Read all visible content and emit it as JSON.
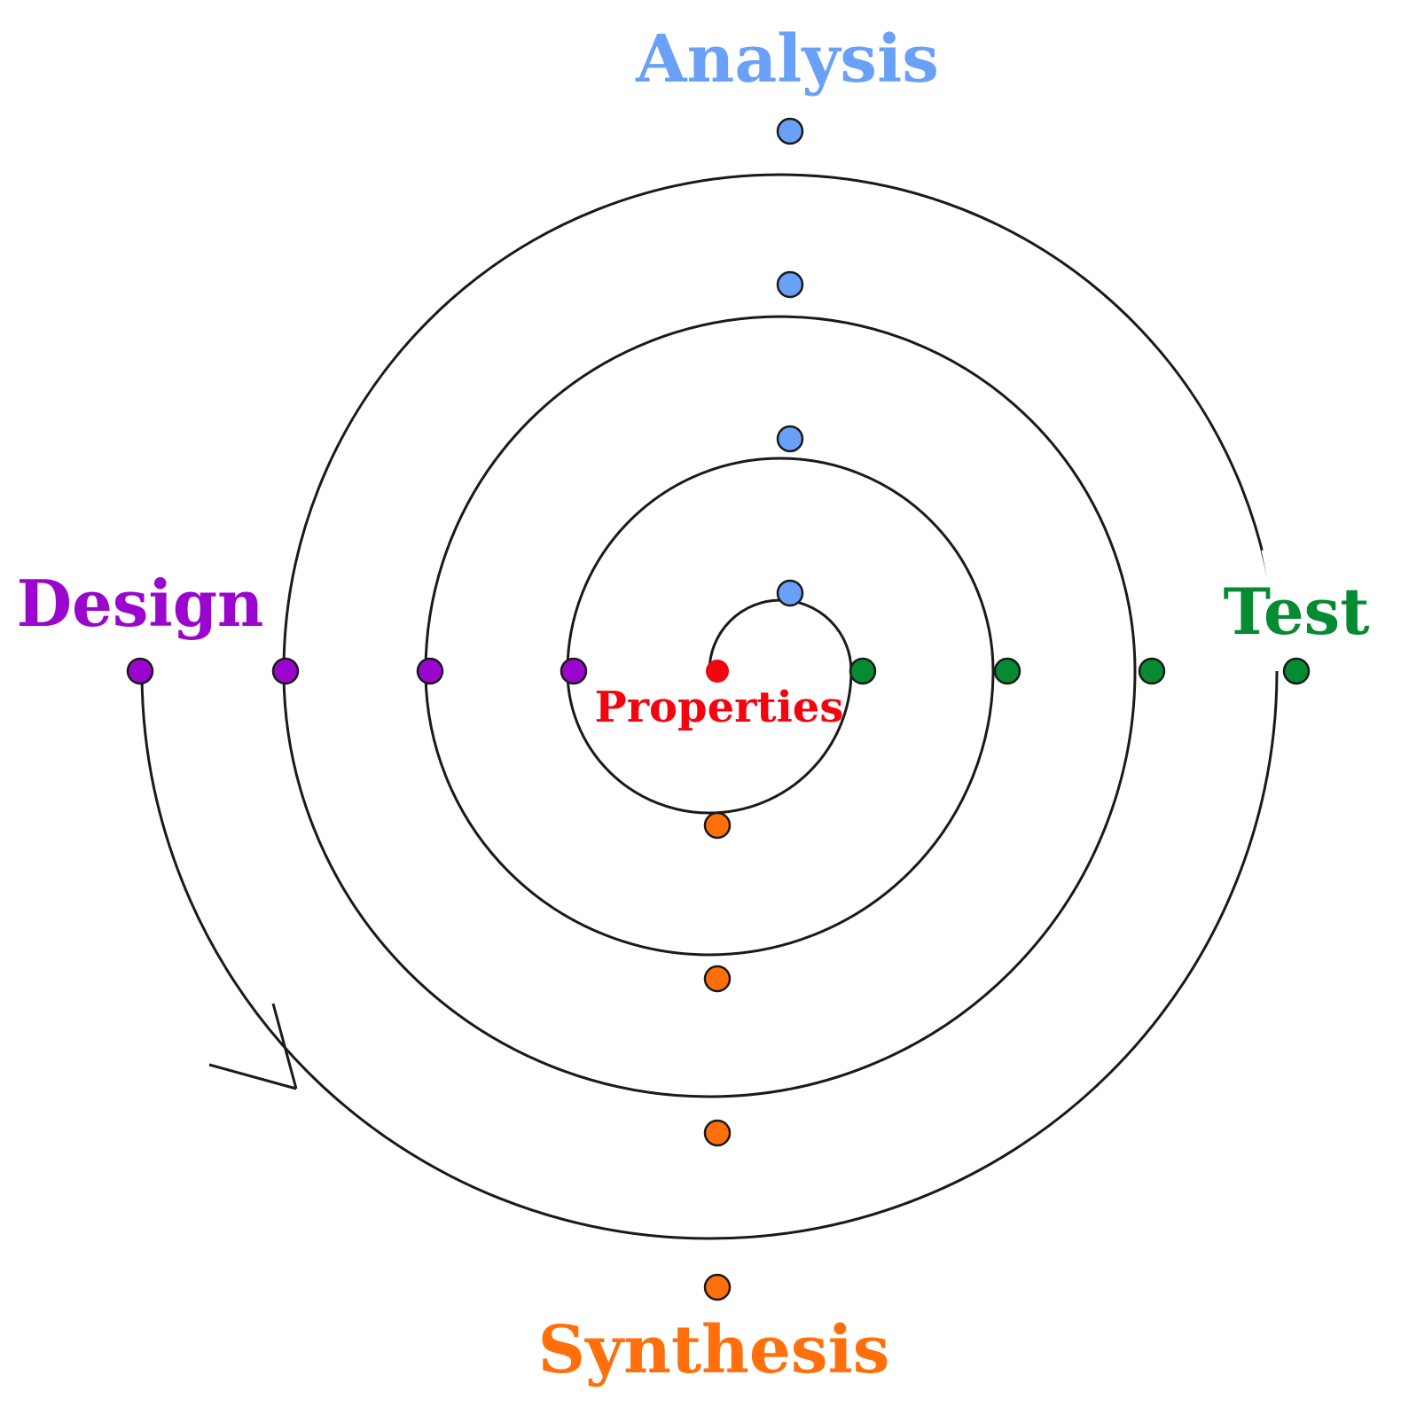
{
  "diagram": {
    "labels": {
      "analysis": "Analysis",
      "design": "Design",
      "test": "Test",
      "synthesis": "Synthesis",
      "center": "Properties"
    },
    "colors": {
      "analysis": "#6aa1f8",
      "design": "#9b06cf",
      "test": "#068a32",
      "synthesis": "#ff6f0c",
      "center": "#f2050f",
      "line": "#1a1a1a"
    },
    "loops": 4,
    "direction": "clockwise outward spiral"
  }
}
